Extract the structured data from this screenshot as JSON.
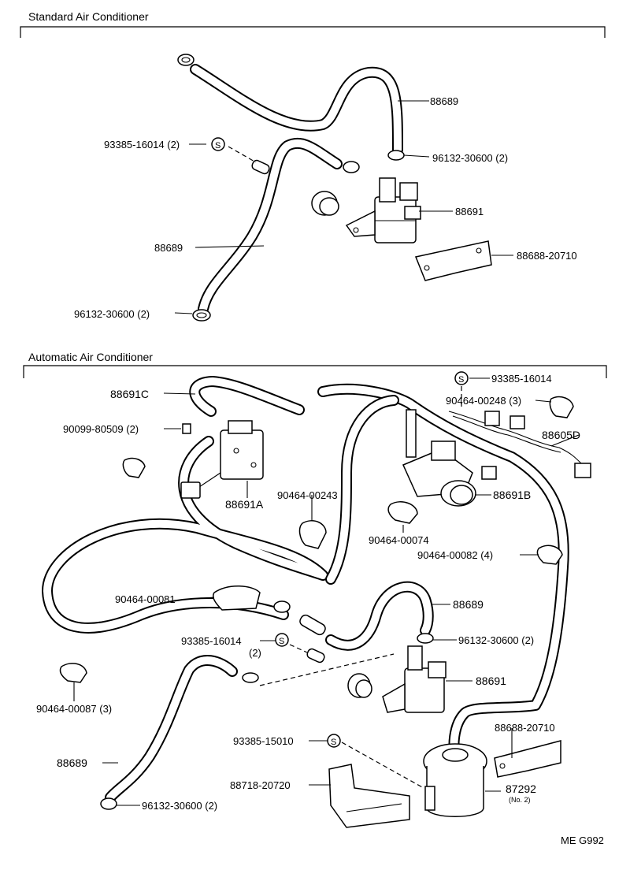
{
  "sections": {
    "standard": "Standard Air Conditioner",
    "automatic": "Automatic Air Conditioner"
  },
  "labels": {
    "s_88689_top": "88689",
    "s_93385_16014": "93385-16014 (2)",
    "s_96132_30600_top": "96132-30600 (2)",
    "s_88691": "88691",
    "s_88689_left": "88689",
    "s_88688_20710": "88688-20710",
    "s_96132_30600_bottom": "96132-30600 (2)",
    "a_93385_16014_top": "93385-16014",
    "a_88691c": "88691C",
    "a_90464_00248": "90464-00248 (3)",
    "a_90099_80509": "90099-80509 (2)",
    "a_88605d": "88605D",
    "a_90464_00243": "90464-00243",
    "a_88691a": "88691A",
    "a_88691b": "88691B",
    "a_90464_00074": "90464-00074",
    "a_90464_00082": "90464-00082 (4)",
    "a_90464_00081": "90464-00081",
    "a_88689_mid": "88689",
    "a_93385_16014_mid": "93385-16014",
    "a_93385_16014_mid_qty": "(2)",
    "a_96132_30600_mid": "96132-30600 (2)",
    "a_88691": "88691",
    "a_90464_00087": "90464-00087 (3)",
    "a_88688_20710": "88688-20710",
    "a_93385_15010": "93385-15010",
    "a_88689_left": "88689",
    "a_88718_20720": "88718-20720",
    "a_87292": "87292",
    "a_87292_no": "(No. 2)",
    "a_96132_30600_bottom": "96132-30600 (2)",
    "code": "ME G992"
  },
  "icons": [
    "s-mark-icon",
    "hose-clamp-icon",
    "vacuum-switching-valve-icon",
    "bracket-icon",
    "connector-icon",
    "vacuum-tank-icon"
  ]
}
